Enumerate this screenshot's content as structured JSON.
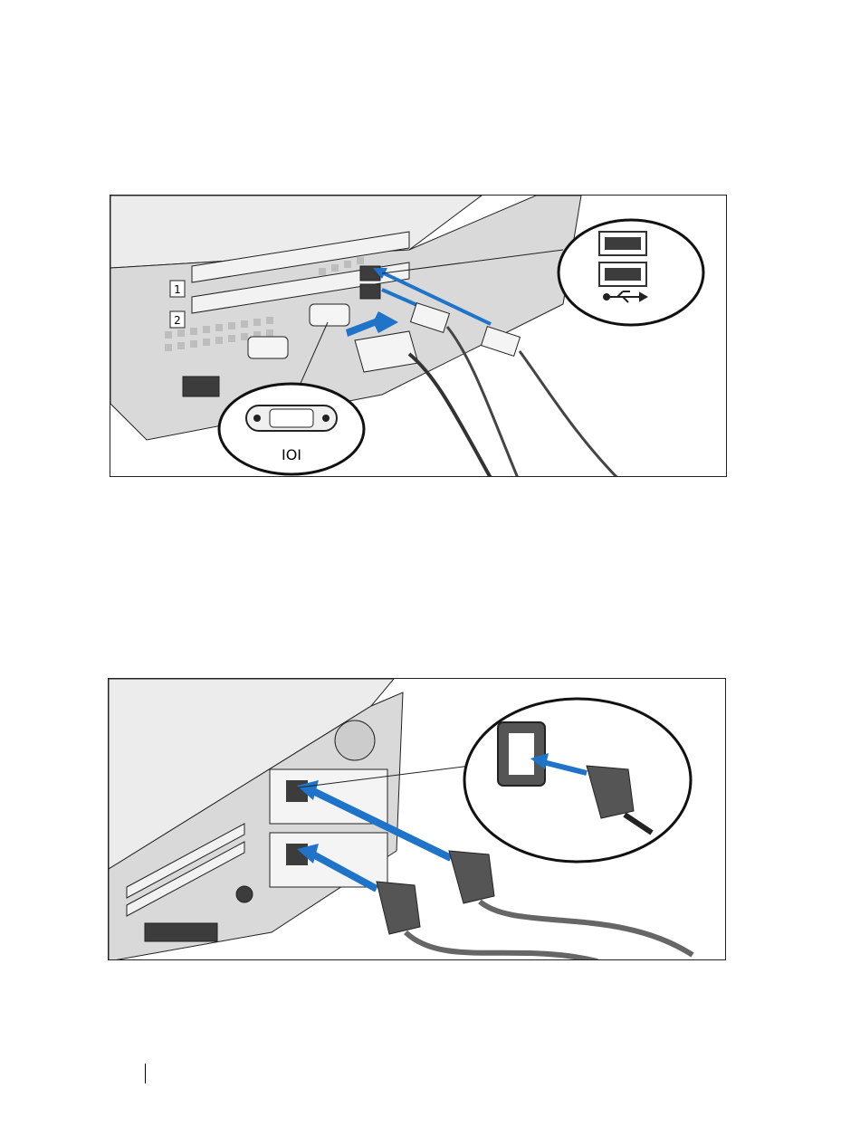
{
  "page": {
    "figures": [
      {
        "id": "fig-video-usb",
        "callout_vga_symbol": "IOI",
        "port_numbers": [
          "1",
          "2"
        ]
      },
      {
        "id": "fig-power"
      }
    ]
  },
  "colors": {
    "arrow": "#1f73c8",
    "outline": "#222222",
    "chassis_light": "#ececec",
    "chassis_mid": "#c8c8c8",
    "port_dark": "#3c3c3c"
  },
  "icons": [
    "usb-icon",
    "vga-port-icon",
    "power-inlet-icon",
    "arrow-icon"
  ]
}
